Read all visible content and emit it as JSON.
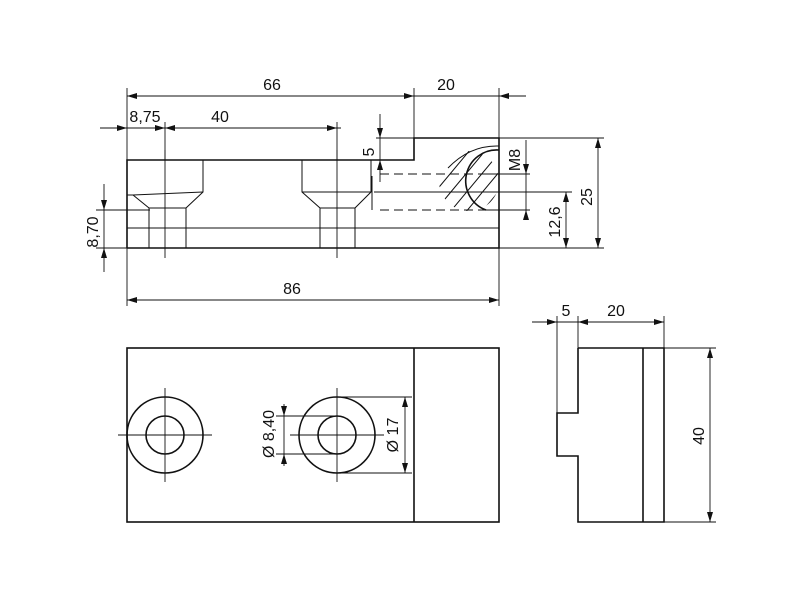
{
  "dimensions": {
    "top_view": {
      "length_66": "66",
      "length_20": "20",
      "offset_8_75": "8,75",
      "spacing_40": "40",
      "depth_5": "5",
      "thread_m8": "M8",
      "height_25": "25",
      "height_12_6": "12,6",
      "height_8_70": "8,70",
      "length_86": "86"
    },
    "front_view": {
      "bore_8_40": "Ø 8,40",
      "counterbore_17": "Ø 17"
    },
    "side_view": {
      "step_5": "5",
      "width_20": "20",
      "height_40": "40"
    }
  }
}
